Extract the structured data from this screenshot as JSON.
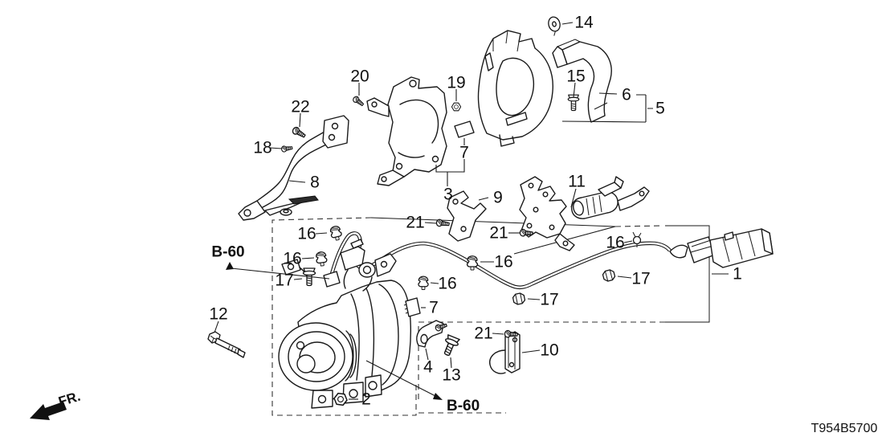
{
  "diagram": {
    "code": "T954B5700",
    "fr_label": "FR.",
    "b60_upper": "B-60",
    "b60_lower": "B-60",
    "callouts": [
      {
        "num": "14"
      },
      {
        "num": "20"
      },
      {
        "num": "19"
      },
      {
        "num": "15"
      },
      {
        "num": "6"
      },
      {
        "num": "5"
      },
      {
        "num": "22"
      },
      {
        "num": "18"
      },
      {
        "num": "7"
      },
      {
        "num": "8"
      },
      {
        "num": "3"
      },
      {
        "num": "9"
      },
      {
        "num": "11"
      },
      {
        "num": "21"
      },
      {
        "num": "21"
      },
      {
        "num": "16"
      },
      {
        "num": "16"
      },
      {
        "num": "16"
      },
      {
        "num": "16"
      },
      {
        "num": "16"
      },
      {
        "num": "17"
      },
      {
        "num": "17"
      },
      {
        "num": "17"
      },
      {
        "num": "1"
      },
      {
        "num": "7"
      },
      {
        "num": "12"
      },
      {
        "num": "2"
      },
      {
        "num": "4"
      },
      {
        "num": "13"
      },
      {
        "num": "21"
      },
      {
        "num": "10"
      }
    ]
  }
}
